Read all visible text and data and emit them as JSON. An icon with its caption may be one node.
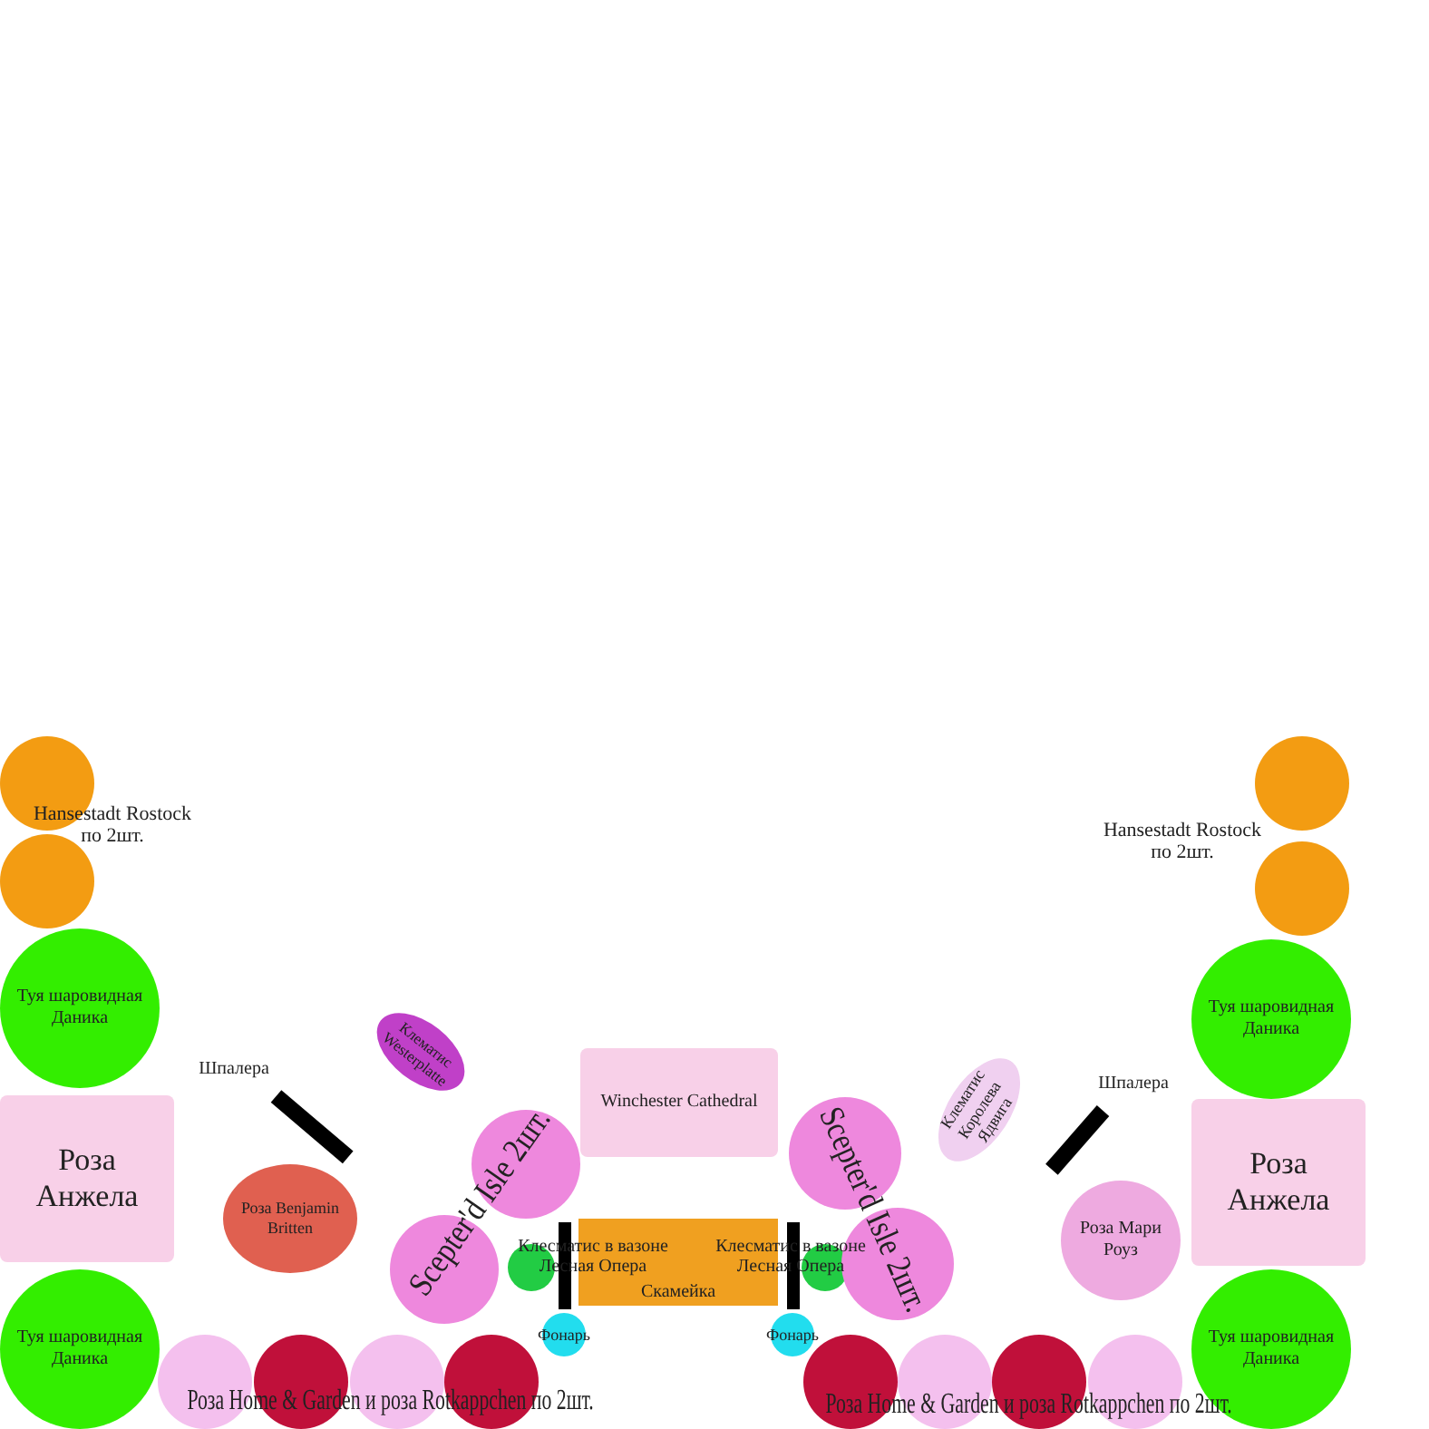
{
  "diagram": {
    "nodes": [
      {
        "text": [],
        "shape": "circle"
      },
      {
        "text": [],
        "shape": "circle"
      },
      {
        "text": [],
        "shape": "circle"
      },
      {
        "text": [],
        "shape": "circle"
      },
      {
        "text": [
          "Туя шаровидная Даника"
        ]
      },
      {
        "text": [
          "Туя шаровидная Даника"
        ]
      },
      {
        "text": [
          "Клематис Westerplatte"
        ]
      },
      {
        "text": [],
        "shape": "bar"
      },
      {
        "text": [
          "Клематис Королева Ядвига"
        ]
      },
      {
        "text": [],
        "shape": "bar"
      },
      {
        "text": [
          "Winchester Cathedral"
        ]
      },
      {
        "text": [
          "Роза Анжела"
        ]
      },
      {
        "text": [],
        "shape": "circle"
      },
      {
        "text": [],
        "shape": "circle"
      },
      {
        "text": [
          "Роза Benjamin Britten"
        ]
      },
      {
        "text": [
          "Роза Мари Роуз"
        ]
      },
      {
        "text": [
          "Роза Анжела"
        ]
      },
      {
        "text": [],
        "shape": "circle"
      },
      {
        "text": [],
        "shape": "circle"
      },
      {
        "text": [],
        "shape": "bar"
      },
      {
        "text": [
          "Скамейка"
        ]
      },
      {
        "text": [],
        "shape": "bar"
      },
      {
        "text": [],
        "shape": "circle"
      },
      {
        "text": [],
        "shape": "circle"
      },
      {
        "text": [
          "Фонарь"
        ]
      },
      {
        "text": [
          "Фонарь"
        ]
      },
      {
        "text": [
          "Туя шаровидная Даника"
        ]
      },
      {
        "text": [
          "Туя шаровидная Даника"
        ]
      },
      {
        "text": [],
        "shape": "circle"
      },
      {
        "text": [],
        "shape": "circle"
      },
      {
        "text": [],
        "shape": "circle"
      },
      {
        "text": [],
        "shape": "circle"
      },
      {
        "text": [],
        "shape": "circle"
      },
      {
        "text": [],
        "shape": "circle"
      },
      {
        "text": [],
        "shape": "circle"
      },
      {
        "text": [],
        "shape": "circle"
      }
    ],
    "labels": [
      "Hansestadt Rostock по 2шт.",
      "Hansestadt Rostock по 2шт.",
      "Шпалера",
      "Шпалера",
      "Scepter'd Isle 2шт.",
      "Scepter'd Isle 2шт.",
      "Клесматис в вазоне Лесная Опера",
      "Клесматис в вазоне Лесная Опера",
      "Роза Home & Garden и роза Rotkappchen по 2шт.",
      "Роза Home & Garden и роза Rotkappchen по 2шт."
    ]
  }
}
